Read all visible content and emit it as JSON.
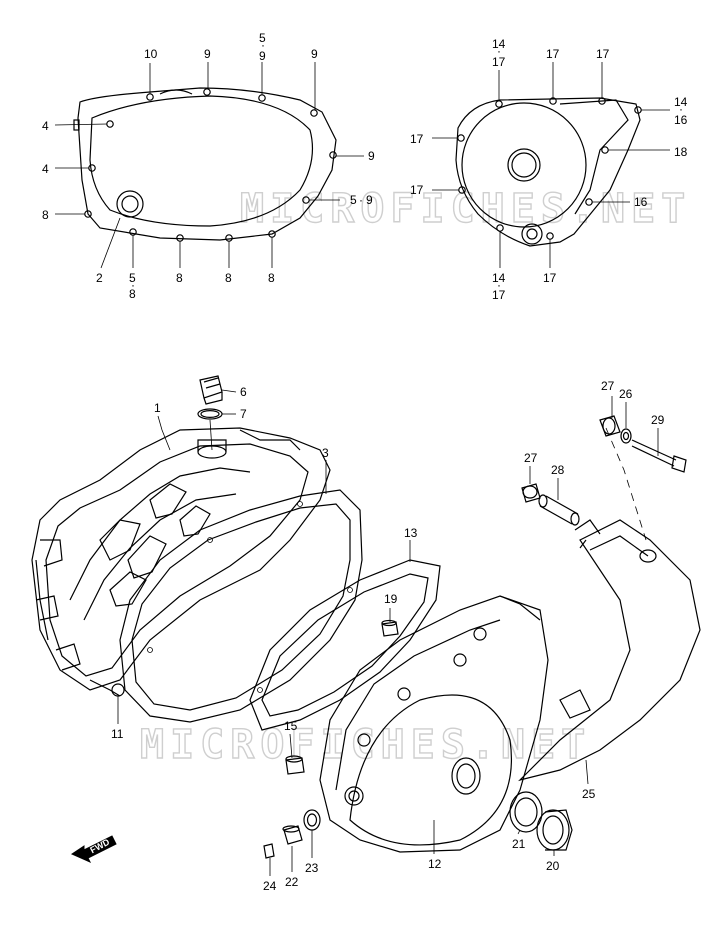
{
  "watermark": "MICROFICHES.NET",
  "direction_label": "FWD",
  "callouts": {
    "c1": "1",
    "c2": "2",
    "c3": "3",
    "c4a": "4",
    "c4b": "4",
    "c5_8_top": "5",
    "c5_8_bot": "8",
    "c5_9_a": "5",
    "c5_9_b": "9",
    "c5_9v_top": "5",
    "c5_9v_bot": "9",
    "c6": "6",
    "c7": "7",
    "c8a": "8",
    "c8b": "8",
    "c8c": "8",
    "c8d": "8",
    "c9a": "9",
    "c9b": "9",
    "c9c": "9",
    "c10": "10",
    "c11": "11",
    "c12": "12",
    "c13": "13",
    "c14_17_top_a": "14",
    "c14_17_top_b": "17",
    "c14_16_a": "14",
    "c14_16_b": "16",
    "c14_17_bot_a": "14",
    "c14_17_bot_b": "17",
    "c15": "15",
    "c16": "16",
    "c17a": "17",
    "c17b": "17",
    "c17c": "17",
    "c17d": "17",
    "c17e": "17",
    "c18": "18",
    "c19": "19",
    "c20": "20",
    "c21": "21",
    "c22": "22",
    "c23": "23",
    "c24": "24",
    "c25": "25",
    "c26": "26",
    "c27a": "27",
    "c27b": "27",
    "c28": "28",
    "c29": "29"
  }
}
